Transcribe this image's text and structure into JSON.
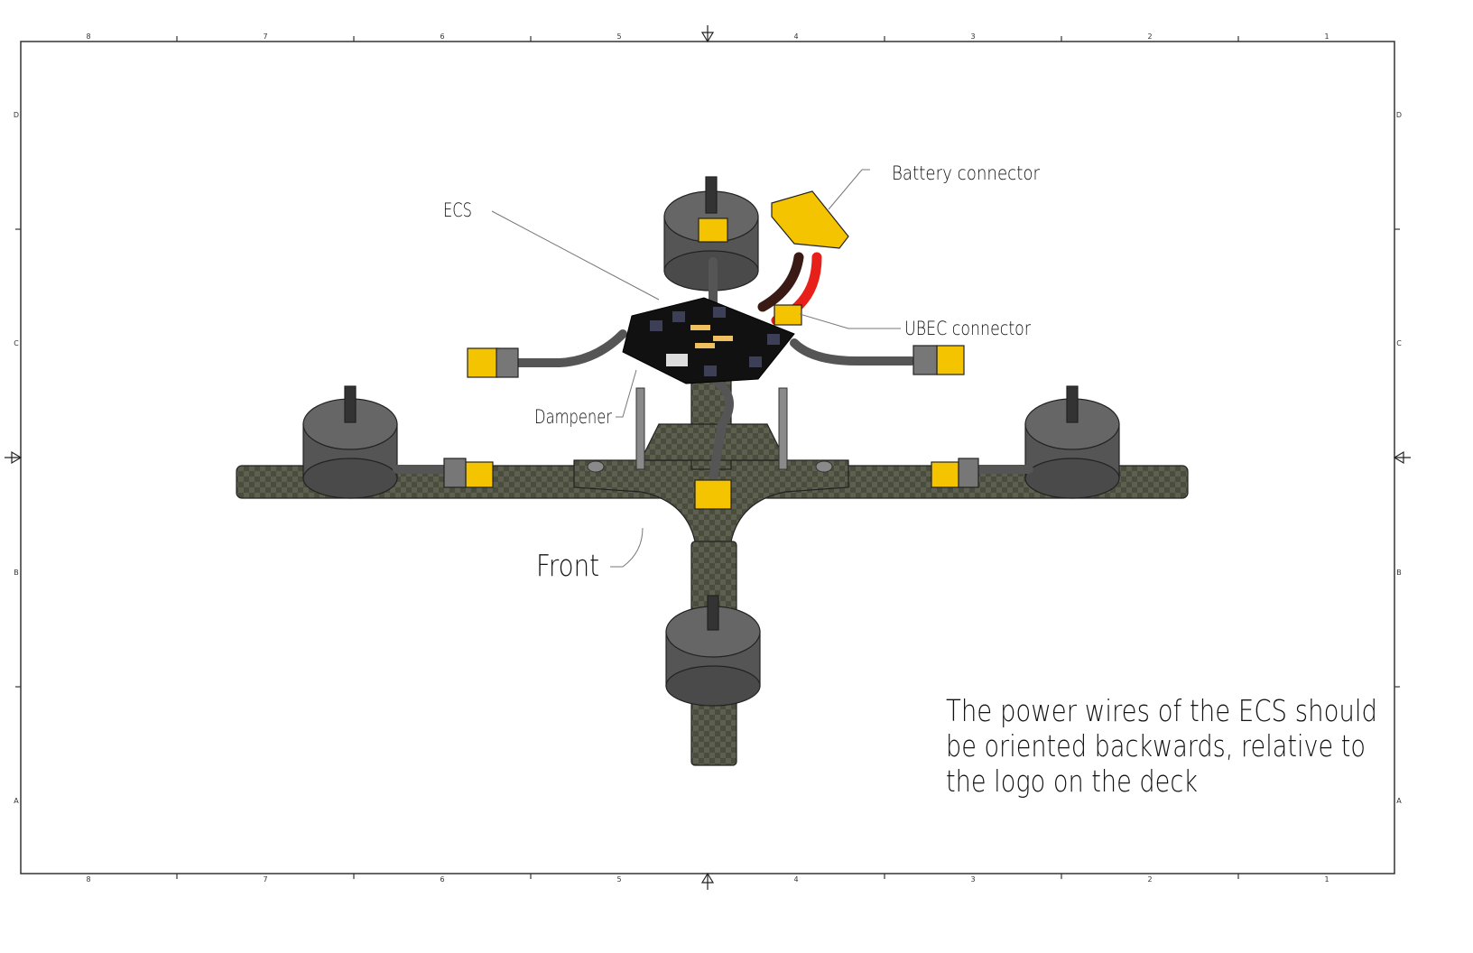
{
  "frame": {
    "column_labels": [
      "8",
      "7",
      "6",
      "5",
      "4",
      "3",
      "2",
      "1"
    ],
    "row_labels": [
      "D",
      "C",
      "B",
      "A"
    ]
  },
  "callouts": {
    "battery_connector": "Battery connector",
    "ecs": "ECS",
    "ubec_connector": "UBEC connector",
    "dampener": "Dampener",
    "front": "Front"
  },
  "note": {
    "lines": [
      "The power wires of the ECS should",
      "be oriented backwards, relative to",
      "the logo on the deck"
    ]
  },
  "colors": {
    "carbon": "#4a4c3e",
    "motor": "#555555",
    "connector_yellow": "#f5c400",
    "wire_red": "#e8201a",
    "wire_brown": "#3a1a14",
    "pcb": "#111111"
  }
}
